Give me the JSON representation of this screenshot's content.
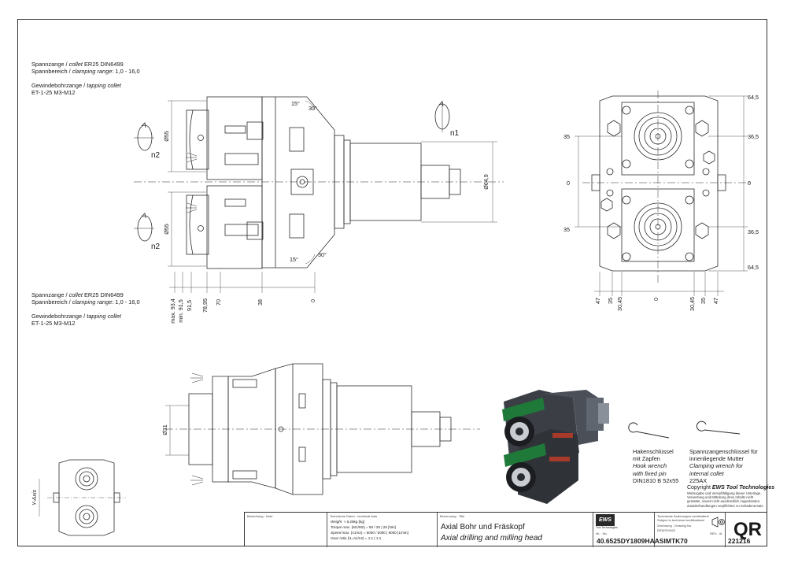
{
  "notes": {
    "top_collet": {
      "line1_prefix": "Spannzange / ",
      "line1_italic": "collet",
      "line1_suffix": "    ER25    DIN6499",
      "line2_prefix": "Spannbereich / ",
      "line2_italic": "clamping range",
      "line2_suffix": ": 1,0 - 16,0",
      "line3_prefix": "Gewindebohrzange / ",
      "line3_italic": "tapping collet",
      "line4": "ET-1-25    M3-M12"
    },
    "bottom_collet": {
      "line1_prefix": "Spannzange / ",
      "line1_italic": "collet",
      "line1_suffix": "    ER25    DIN6499",
      "line2_prefix": "Spannbereich / ",
      "line2_italic": "clamping range",
      "line2_suffix": ": 1,0 - 16,0",
      "line3_prefix": "Gewindebohrzange / ",
      "line3_italic": "tapping collet",
      "line4": "ET-1-25    M3-M12"
    }
  },
  "side_view": {
    "dims_bottom": [
      "max. 93,4",
      "min. 91,5",
      "91,5",
      "78,95",
      "70",
      "38",
      "0"
    ],
    "dia_top": "Ø55",
    "dia_bottom": "Ø55",
    "dia_shank": "Ø64,9",
    "angle_top_a": "15°",
    "angle_top_b": "30°",
    "angle_bottom_a": "15°",
    "angle_bottom_b": "30°",
    "rot_top": "n2",
    "rot_bottom": "n2",
    "rot_drive": "n1"
  },
  "front_view": {
    "dims_right": [
      "64,5",
      "36,5",
      "0",
      "36,5",
      "64,5"
    ],
    "dims_left": [
      "35",
      "0",
      "35"
    ],
    "dims_bottom": [
      "47",
      "35",
      "30,45",
      "0",
      "30,45",
      "35",
      "47"
    ]
  },
  "bottom_view": {
    "dia": "Ø31"
  },
  "small_view": {
    "axis_label": "Y-Axis"
  },
  "tools": {
    "hook": {
      "line1": "Hakenschlüssel",
      "line2": "mit Zapfen",
      "line3": "Hook wrench",
      "line4": "with fixed pin",
      "line5": "DIN1810 B 52x55"
    },
    "clamp": {
      "line1": "Spannzangenschlüssel für",
      "line2": "innenliegende Mutter",
      "line3": "Clamping wrench for",
      "line4": "internal collet",
      "line5": "225AX"
    }
  },
  "copyright": {
    "prefix": "Copyright ",
    "brand": "EWS Tool Technologies",
    "l1": "Weitergabe und Vervielfältigung dieser Unterlage,",
    "l2": "Verwertung und Mitteilung ihres Inhalts nicht",
    "l3": "gestattet, soweit nicht ausdrücklich zugestanden.",
    "l4": "Zuwiderhandlungen verpflichten zu Schadenersatz."
  },
  "titleblock": {
    "remark_label": "Bemerkung - Note",
    "tech_label": "Technische Daten - technical data",
    "weight_label": "Weight",
    "weight_value": "≈ 6,25kg [kg]",
    "torque_label": "Torque max.",
    "torque_value": "(M1/M2) = 50 / 25 | 25 [Nm]",
    "speed_label": "Speed max.",
    "speed_value": "(n1/n2) = 6000 / 6000 | 6000 [1/min]",
    "gear_label": "Gear ratio",
    "gear_value": "(i1=n1/n2) = 1:1 | 1:1",
    "desc_label": "Benennung - Title",
    "title_de": "Axial Bohr und Fräskopf",
    "title_en": "Axial drilling and milling head",
    "logo": "EWS",
    "logo_sub": "Tool Technologies",
    "partno_label": "Nr. - No.",
    "partno": "40.6525DY1809HAASIMTK70",
    "note_de": "Technische Änderungen vorbehalten!",
    "note_en": "Subject to technical modifications!",
    "drawing_label": "Zeichnung - Drawing No.",
    "drawing_ref": "DEWS19922",
    "rev_label": "REV: -/A",
    "drawno": "221216",
    "qr": "QR"
  }
}
